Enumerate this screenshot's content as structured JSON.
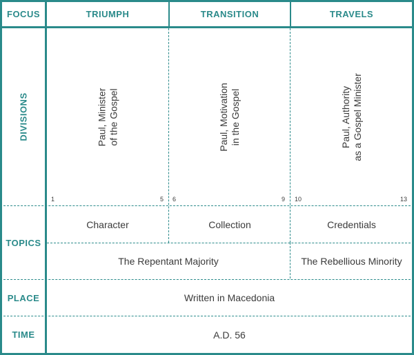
{
  "headers": {
    "focus": "FOCUS",
    "col1": "TRIUMPH",
    "col2": "TRANSITION",
    "col3": "TRAVELS"
  },
  "rows": {
    "divisions": "DIVISIONS",
    "topics": "TOPICS",
    "place": "PLACE",
    "time": "TIME"
  },
  "divisions": [
    {
      "text": "Paul, Minister\nof the Gospel",
      "start": "1",
      "end": "5"
    },
    {
      "text": "Paul, Motivation\nin the Gospel",
      "start": "6",
      "end": "9"
    },
    {
      "text": "Paul, Authority\nas a Gospel Minister",
      "start": "10",
      "end": "13"
    }
  ],
  "topics": {
    "row1": [
      "Character",
      "Collection",
      "Credentials"
    ],
    "row2": [
      "The Repentant Majority",
      "The Rebellious Minority"
    ]
  },
  "place": "Written in Macedonia",
  "time": "A.D. 56",
  "colors": {
    "accent": "#2a8a8a",
    "text": "#3a3a3a"
  }
}
